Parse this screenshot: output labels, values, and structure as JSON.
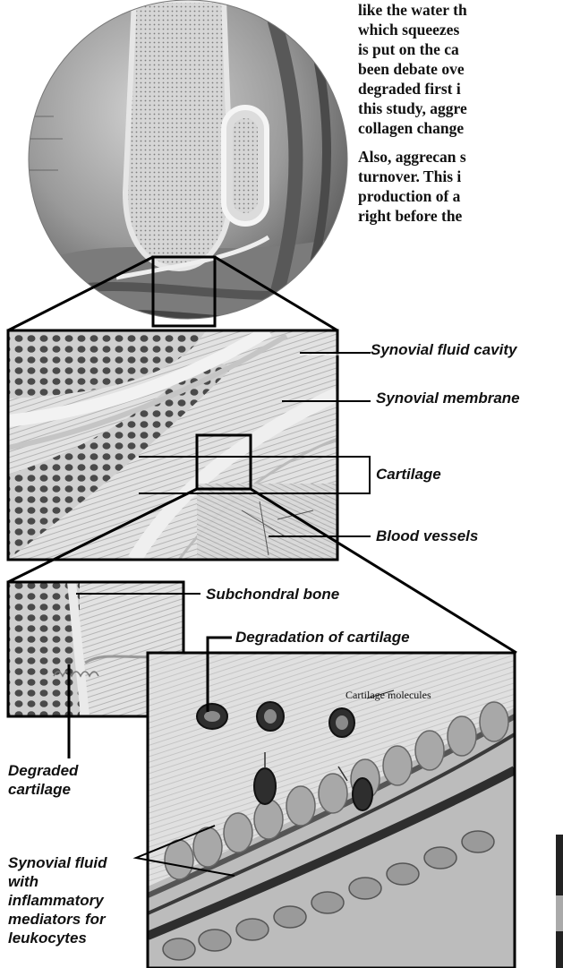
{
  "body_text": {
    "paragraph_1": [
      "like the water th",
      "which squeezes",
      "is put on the ca",
      "been debate ove",
      "degraded first i",
      "this study, aggre",
      "collagen change"
    ],
    "paragraph_2": [
      "Also, aggrecan s",
      "turnover.  This i",
      "production of a",
      "right before the"
    ]
  },
  "labels": {
    "synovial_fluid_cavity": "Synovial fluid cavity",
    "synovial_membrane": "Synovial membrane",
    "cartilage": "Cartilage",
    "blood_vessels": "Blood vessels",
    "subchondral_bone": "Subchondral bone",
    "degradation_of_cartilage": "Degradation of cartilage",
    "degraded_cartilage": [
      "Degraded",
      "cartilage"
    ],
    "synovial_fluid_with_mediators": [
      "Synovial fluid",
      "with",
      "inflammatory",
      "mediators for",
      "leukocytes"
    ],
    "cartilage_molecules": "Cartilage molecules"
  }
}
